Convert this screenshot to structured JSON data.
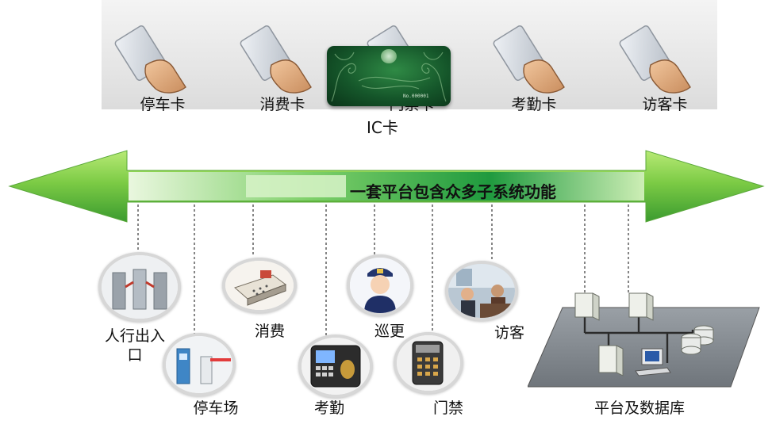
{
  "cards": [
    {
      "label": "停车卡"
    },
    {
      "label": "消费卡"
    },
    {
      "label": "门禁卡"
    },
    {
      "label": "考勤卡"
    },
    {
      "label": "访客卡"
    }
  ],
  "ic_card": {
    "title": "IC卡",
    "number": "No.000001"
  },
  "banner": {
    "text": "一套平台包含众多子系统功能"
  },
  "modules": {
    "entrance": "人行出入\n口",
    "parking": "停车场",
    "consume": "消费",
    "attendance": "考勤",
    "patrol": "巡更",
    "access": "门禁",
    "visitor": "访客",
    "platform": "平台及数据库"
  },
  "colors": {
    "arrow_light": "#8fd34f",
    "arrow_dark": "#3ea83a",
    "card_green": "#15562a"
  }
}
